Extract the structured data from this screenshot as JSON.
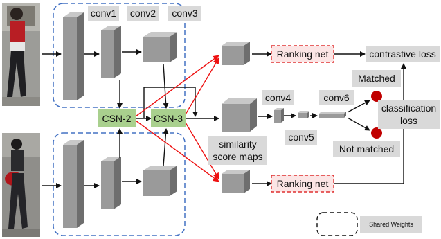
{
  "labels": {
    "conv1": "conv1",
    "conv2": "conv2",
    "conv3": "conv3",
    "conv4": "conv4",
    "conv5": "conv5",
    "conv6": "conv6",
    "csn2": "CSN-2",
    "csn3": "CSN-3",
    "ranking_top": "Ranking net",
    "ranking_bottom": "Ranking net",
    "contrastive_loss": "contrastive loss",
    "matched": "Matched",
    "not_matched": "Not matched",
    "classification_loss_1": "classification",
    "classification_loss_2": "loss",
    "similarity_1": "similarity",
    "similarity_2": "score maps",
    "legend": "Shared Weights"
  },
  "images": {
    "top": "pedestrian photo: person in red top walking",
    "bottom": "pedestrian photo: person carrying red bag"
  },
  "colors": {
    "label_box": "#d9d9d9",
    "csn_box": "#a9d08e",
    "red_arrow": "#ee1111",
    "shared_dash": "#4472c4",
    "ranking_dash": "#e03030",
    "ranking_fill": "#fbe5e5",
    "node": "#c00000",
    "block_front": "#9a9a9a",
    "block_side": "#6e6e6e",
    "block_top": "#c8c8c8"
  }
}
